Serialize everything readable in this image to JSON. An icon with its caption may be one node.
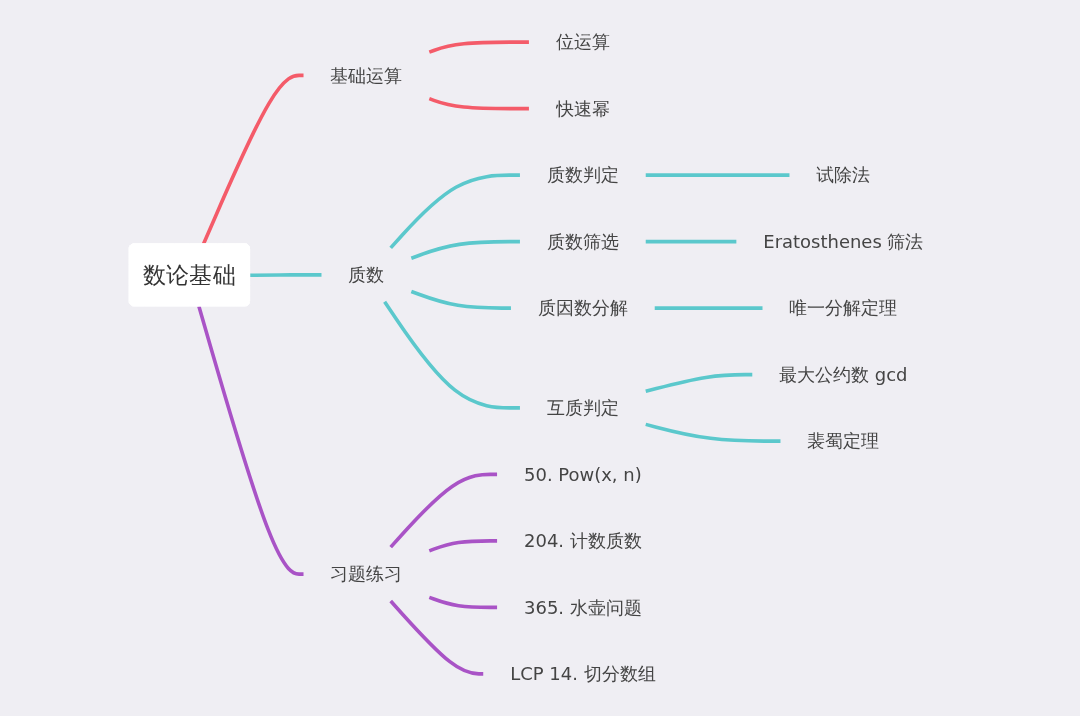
{
  "diagram": {
    "nodes": [
      {
        "text": [
          "数论基础"
        ]
      },
      {
        "text": [
          "基础运算"
        ]
      },
      {
        "text": [
          "位运算"
        ]
      },
      {
        "text": [
          "快速幂"
        ]
      },
      {
        "text": [
          "质数"
        ]
      },
      {
        "text": [
          "质数判定"
        ]
      },
      {
        "text": [
          "试除法"
        ]
      },
      {
        "text": [
          "质数筛选"
        ]
      },
      {
        "text": [
          "Eratosthenes 筛法"
        ]
      },
      {
        "text": [
          "质因数分解"
        ]
      },
      {
        "text": [
          "唯一分解定理"
        ]
      },
      {
        "text": [
          "互质判定"
        ]
      },
      {
        "text": [
          "最大公约数 gcd"
        ]
      },
      {
        "text": [
          "裴蜀定理"
        ]
      },
      {
        "text": [
          "习题练习"
        ]
      },
      {
        "text": [
          "50. Pow(x, n)"
        ]
      },
      {
        "text": [
          "204. 计数质数"
        ]
      },
      {
        "text": [
          "365. 水壶问题"
        ]
      },
      {
        "text": [
          "LCP 14. 切分数组"
        ]
      }
    ],
    "edges": [
      {
        "from": 0,
        "to": 1,
        "arrow": "none",
        "color": "#f45b69"
      },
      {
        "from": 1,
        "to": 2,
        "arrow": "none",
        "color": "#f45b69"
      },
      {
        "from": 1,
        "to": 3,
        "arrow": "none",
        "color": "#f45b69"
      },
      {
        "from": 0,
        "to": 4,
        "arrow": "none"
      },
      {
        "from": 4,
        "to": 5,
        "arrow": "none"
      },
      {
        "from": 5,
        "to": 6,
        "arrow": "none"
      },
      {
        "from": 4,
        "to": 7,
        "arrow": "none"
      },
      {
        "from": 7,
        "to": 8,
        "arrow": "none"
      },
      {
        "from": 4,
        "to": 9,
        "arrow": "none"
      },
      {
        "from": 9,
        "to": 10,
        "arrow": "none"
      },
      {
        "from": 4,
        "to": 11,
        "arrow": "none"
      },
      {
        "from": 11,
        "to": 12,
        "arrow": "none"
      },
      {
        "from": 11,
        "to": 13,
        "arrow": "none"
      },
      {
        "from": 0,
        "to": 14,
        "arrow": "none",
        "color": "#a953c6"
      },
      {
        "from": 14,
        "to": 15,
        "arrow": "none",
        "color": "#a953c6"
      },
      {
        "from": 14,
        "to": 16,
        "arrow": "none",
        "color": "#a953c6"
      },
      {
        "from": 14,
        "to": 17,
        "arrow": "none",
        "color": "#a953c6"
      },
      {
        "from": 14,
        "to": 18,
        "arrow": "none",
        "color": "#a953c6"
      }
    ]
  }
}
